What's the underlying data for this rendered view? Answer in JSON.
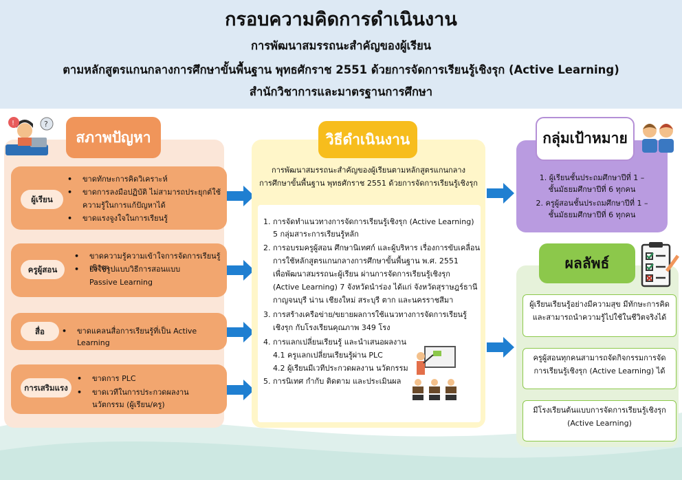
{
  "header": {
    "title": "กรอบความคิดการดำเนินงาน",
    "subtitle1": "การพัฒนาสมรรถนะสำคัญของผู้เรียน",
    "subtitle2": "ตามหลักสูตรแกนกลางการศึกษาขั้นพื้นฐาน พุทธศักราช 2551 ด้วยการจัดการเรียนรู้เชิงรุก (Active Learning)",
    "subtitle3": "สำนักวิชาการและมาตรฐานการศึกษา"
  },
  "problems": {
    "title": "สภาพปัญหา",
    "groups": [
      {
        "tag": "ผู้เรียน",
        "items": [
          "ขาดทักษะการคิดวิเคราะห์",
          "ขาดการลงมือปฏิบัติ ไม่สามารถประยุกต์ใช้",
          "ความรู้ในการแก้ปัญหาได้",
          "ขาดแรงจูงใจในการเรียนรู้"
        ]
      },
      {
        "tag": "ครูผู้สอน",
        "items": [
          "ขาดความรู้ความเข้าใจการจัดการเรียนรู้เชิงรุก",
          "ยังใช้รูปแบบวิธีการสอนแบบ",
          "Passive Learning"
        ]
      },
      {
        "tag": "สื่อ",
        "items": [
          "ขาดแคลนสื่อการเรียนรู้ที่เป็น Active Learning"
        ]
      },
      {
        "tag": "การเสริมแรง",
        "items": [
          "ขาดการ PLC",
          "ขาดเวทีในการประกวดผลงาน",
          "นวัตกรรม (ผู้เรียน/ครู)"
        ]
      }
    ]
  },
  "method": {
    "title": "วิธีดำเนินงาน",
    "intro1": "การพัฒนาสมรรถนะสำคัญของผู้เรียนตามหลักสูตรแกนกลาง",
    "intro2": "การศึกษาขั้นพื้นฐาน พุทธศักราช 2551 ด้วยการจัดการเรียนรู้เชิงรุก",
    "lines": [
      "1. การจัดทำแนวทางการจัดการเรียนรู้เชิงรุก (Active Learning)",
      "5 กลุ่มสาระการเรียนรู้หลัก",
      "2. การอบรมครูผู้สอน ศึกษานิเทศก์ และผู้บริหาร เรื่องการขับเคลื่อน",
      "การใช้หลักสูตรแกนกลางการศึกษาขั้นพื้นฐาน พ.ศ. 2551",
      "เพื่อพัฒนาสมรรถนะผู้เรียน ผ่านการจัดการเรียนรู้เชิงรุก",
      "(Active Learning) 7 จังหวัดนำร่อง ได้แก่ จังหวัดสุราษฎร์ธานี",
      "กาญจนบุรี น่าน เชียงใหม่ สระบุรี ตาก และนครราชสีมา",
      "3. การสร้างเครือข่าย/ขยายผลการใช้แนวทางการจัดการเรียนรู้",
      "เชิงรุก กับโรงเรียนคุณภาพ 349 โรง",
      "4. การแลกเปลี่ยนเรียนรู้ และนำเสนอผลงาน",
      "4.1 ครูแลกเปลี่ยนเรียนรู้ผ่าน PLC",
      "4.2 ผู้เรียนมีเวทีประกวดผลงาน นวัตกรรม",
      "5. การนิเทศ กำกับ ติดตาม และประเมินผล"
    ]
  },
  "target": {
    "title": "กลุ่มเป้าหมาย",
    "lines": [
      "1. ผู้เรียนชั้นประถมศึกษาปีที่ 1 –",
      "ชั้นมัธยมศึกษาปีที่ 6 ทุกคน",
      "2. ครูผู้สอนชั้นประถมศึกษาปีที่ 1 –",
      "ชั้นมัธยมศึกษาปีที่ 6 ทุกคน"
    ]
  },
  "result": {
    "title": "ผลลัพธ์",
    "items": [
      [
        "ผู้เรียนเรียนรู้อย่างมีความสุข มีทักษะการคิด",
        "และสามารถนำความรู้ไปใช้ในชีวิตจริงได้"
      ],
      [
        "ครูผู้สอนทุกคนสามารถจัดกิจกรรมการจัด",
        "การเรียนรู้เชิงรุก (Active Learning) ได้"
      ],
      [
        "มีโรงเรียนต้นแบบการจัดการเรียนรู้เชิงรุก",
        "(Active Learning)"
      ]
    ]
  },
  "colors": {
    "problem": "#f0955a",
    "method": "#f7bd1d",
    "target": "#b99be0",
    "result": "#8cc84b",
    "arrow": "#1f7fd1"
  }
}
